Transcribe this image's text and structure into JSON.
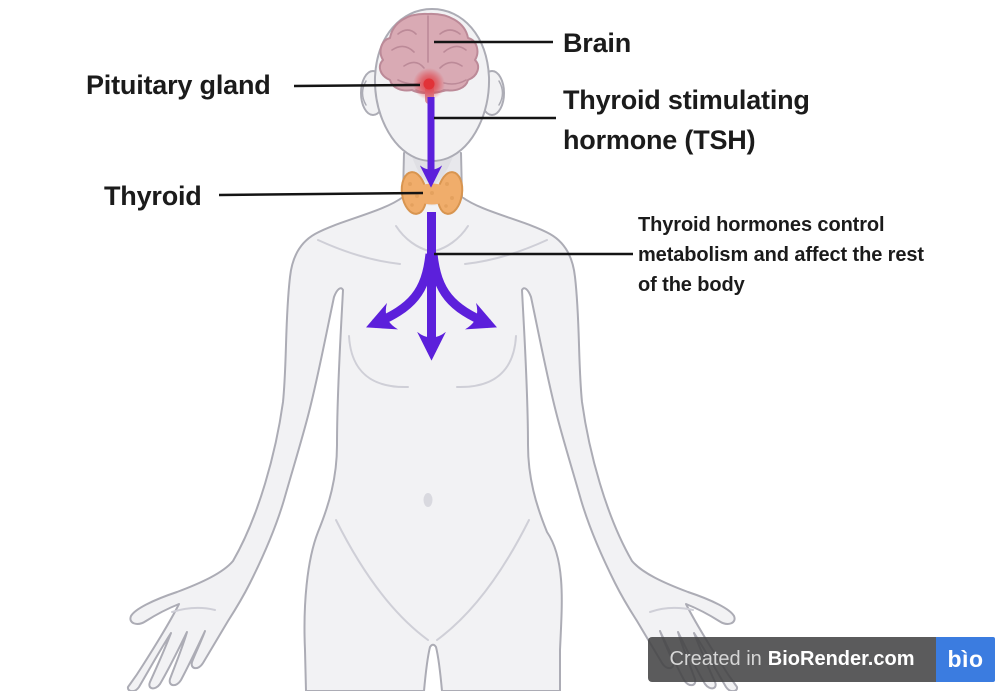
{
  "diagram": {
    "labels": {
      "brain": "Brain",
      "pituitary": "Pituitary gland",
      "tsh": [
        "Thyroid stimulating",
        "hormone (TSH)"
      ],
      "thyroid": "Thyroid",
      "note": [
        "Thyroid hormones control",
        "metabolism and affect the rest",
        "of the body"
      ]
    },
    "colors": {
      "arrow_purple": "#5c20db",
      "brain_fill": "#d9aab4",
      "brain_stroke": "#bc8a98",
      "pituitary_red": "#e13238",
      "thyroid_fill": "#f0ad6b",
      "thyroid_stroke": "#d89550",
      "body_fill": "#f2f2f4",
      "body_stroke": "#acacb5",
      "leader_black": "#141414",
      "biorender_blue": "#3b7ce0",
      "watermark_bg": "#444446"
    }
  },
  "watermark": {
    "prefix": "Created in",
    "brand": "BioRender.com",
    "logo": "bìo"
  }
}
